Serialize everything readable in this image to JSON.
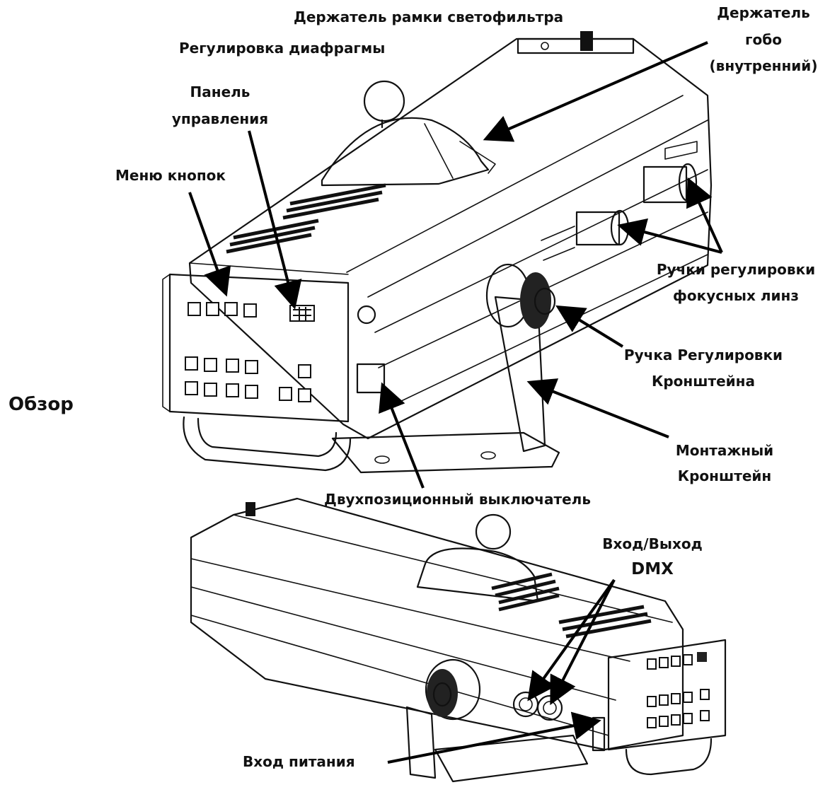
{
  "labels": {
    "gel_frame_holder": "Держатель рамки светофильтра",
    "gobo_holder_l1": "Держатель",
    "gobo_holder_l2": "гобо",
    "gobo_holder_l3": "(внутренний)",
    "iris_adjust": "Регулировка диафрагмы",
    "control_panel_l1": "Панель",
    "control_panel_l2": "управления",
    "button_menu": "Меню кнопок",
    "focus_knobs_l1": "Ручки регулировки",
    "focus_knobs_l2": "фокусных линз",
    "bracket_knob_l1": "Ручка Регулировки",
    "bracket_knob_l2": "Кронштейна",
    "mount_bracket_l1": "Монтажный",
    "mount_bracket_l2": "Кронштейн",
    "two_position_switch": "Двухпозиционный выключатель",
    "dmx_l1": "Вход/Выход",
    "dmx_l2": "DMX",
    "power_input": "Вход питания",
    "overview": "Обзор"
  }
}
